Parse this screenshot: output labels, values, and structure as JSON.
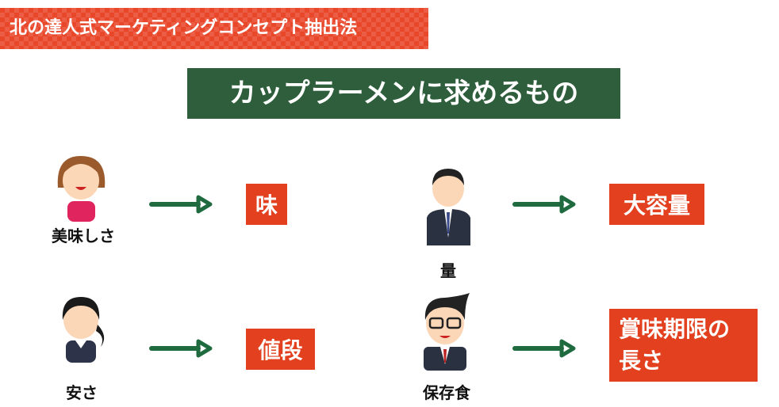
{
  "banner": {
    "title": "北の達人式マーケティングコンセプト抽出法"
  },
  "heading": {
    "title": "カップラーメンに求めるもの"
  },
  "items": [
    {
      "person": "woman-smiling",
      "label": "美味しさ",
      "result": "味"
    },
    {
      "person": "businessman",
      "label": "量",
      "result": "大容量"
    },
    {
      "person": "woman-office",
      "label": "安さ",
      "result": "値段"
    },
    {
      "person": "businessman-glasses",
      "label": "保存食",
      "result_lines": [
        "賞味期限の",
        "長さ"
      ]
    }
  ],
  "colors": {
    "banner": "#e8472a",
    "heading": "#2e5e3b",
    "box": "#e2401f",
    "arrow": "#1f6b3f"
  }
}
